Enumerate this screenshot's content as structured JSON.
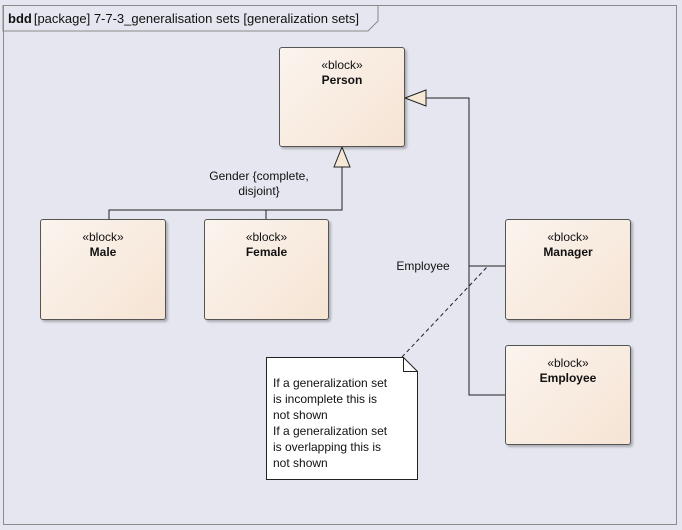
{
  "frame": {
    "keyword": "bdd",
    "title": "[package] 7-7-3_generalisation sets [generalization sets]"
  },
  "blocks": [
    {
      "stereotype": "«block»",
      "name": "Person"
    },
    {
      "stereotype": "«block»",
      "name": "Male"
    },
    {
      "stereotype": "«block»",
      "name": "Female"
    },
    {
      "stereotype": "«block»",
      "name": "Manager"
    },
    {
      "stereotype": "«block»",
      "name": "Employee"
    }
  ],
  "labels": {
    "gender_set": "Gender {complete,\ndisjoint}",
    "employee_set": "Employee"
  },
  "note": {
    "text": "If a generalization set\nis incomplete this is\nnot shown\nIf a generalization set\nis overlapping this is\nnot shown"
  }
}
